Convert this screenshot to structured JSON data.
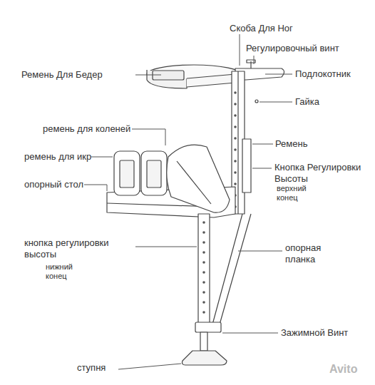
{
  "diagram": {
    "labels": [
      "Скоба Для Ног",
      "Регулировочный винт",
      "Ремень Для Бедер",
      "Подлокотник",
      "Гайка",
      "ремень для коленей",
      "Ремень",
      "ремень для икр",
      "Кнопка Регулировки Высоты",
      "верхний конец",
      "опорный стол",
      "кнопка регулировки высоты",
      "нижний конец",
      "опорная планка",
      "Зажимной Винт",
      "ступня",
      "Avito"
    ]
  }
}
